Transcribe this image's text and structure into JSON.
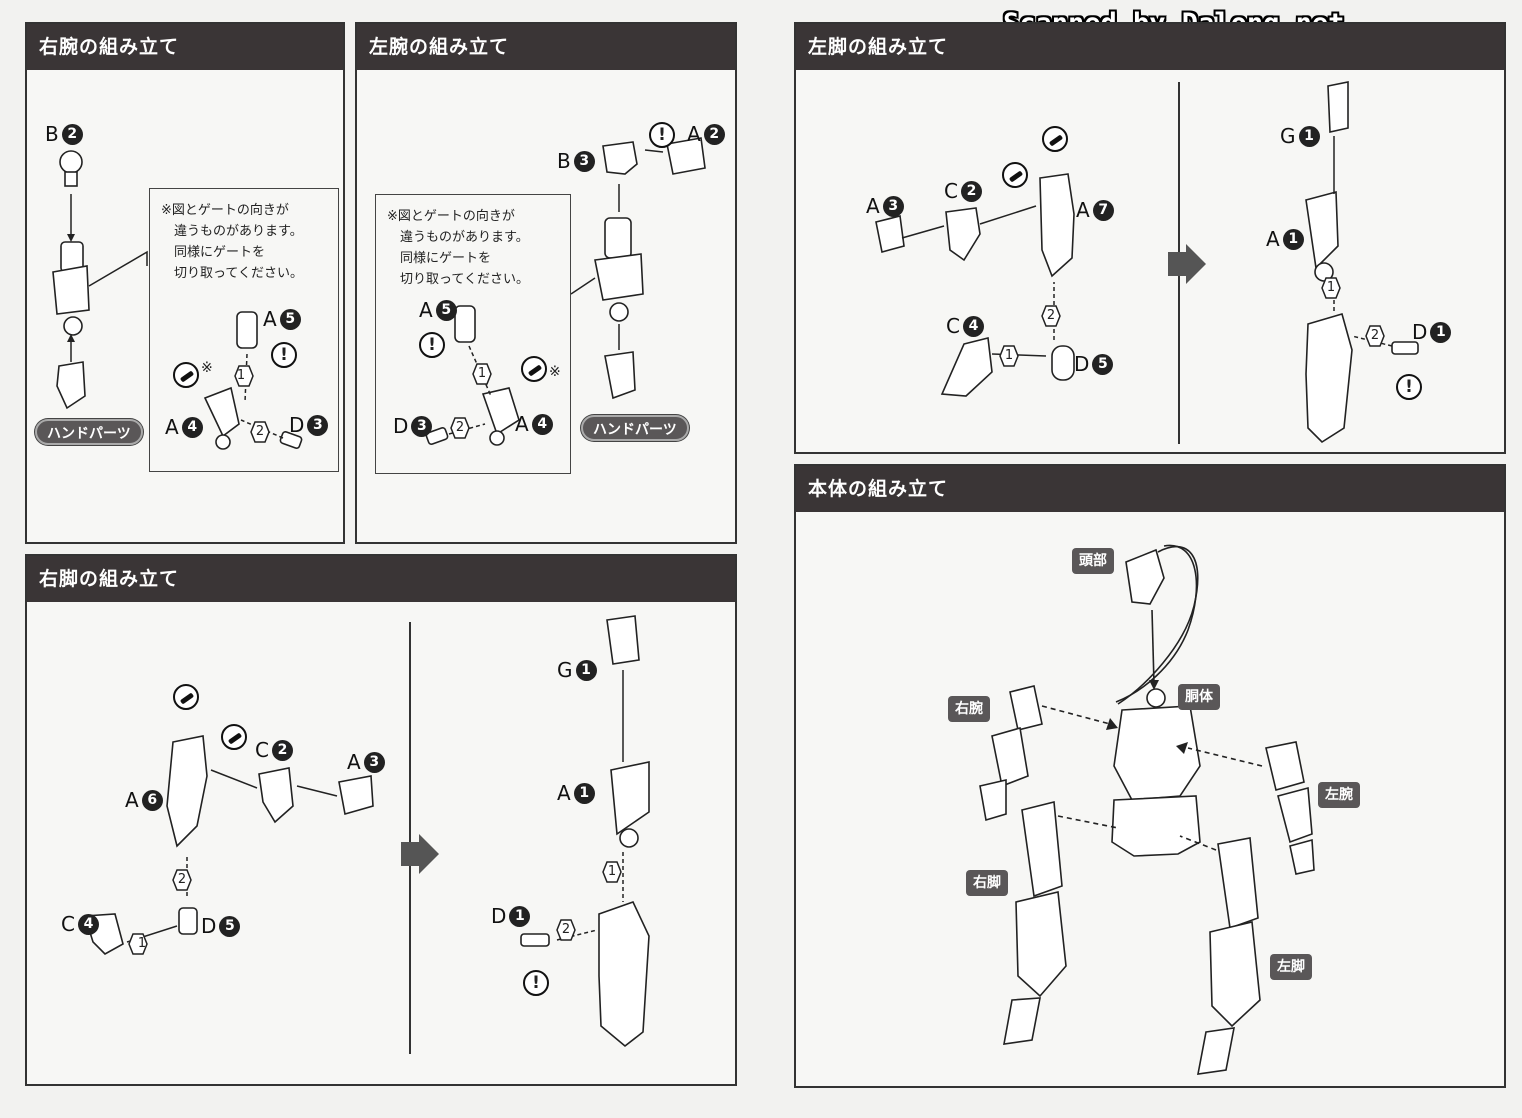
{
  "watermark": "Scanned by Dalong.net",
  "icons": {
    "warning": "!",
    "nipper": "nipper-icon",
    "star": "※"
  },
  "steps": {
    "one": "1",
    "two": "2"
  },
  "right_arm": {
    "title": "右腕の組み立て",
    "note": "※図とゲートの向きが\n　違うものがあります。\n　同様にゲートを\n　切り取ってください。",
    "hand_label": "ハンドパーツ",
    "parts": [
      {
        "letter": "B",
        "num": "2"
      },
      {
        "letter": "A",
        "num": "5"
      },
      {
        "letter": "A",
        "num": "4"
      },
      {
        "letter": "D",
        "num": "3"
      }
    ]
  },
  "left_arm": {
    "title": "左腕の組み立て",
    "note": "※図とゲートの向きが\n　違うものがあります。\n　同様にゲートを\n　切り取ってください。",
    "hand_label": "ハンドパーツ",
    "parts": [
      {
        "letter": "B",
        "num": "3"
      },
      {
        "letter": "A",
        "num": "2"
      },
      {
        "letter": "A",
        "num": "5"
      },
      {
        "letter": "D",
        "num": "3"
      },
      {
        "letter": "A",
        "num": "4"
      }
    ]
  },
  "right_leg": {
    "title": "右脚の組み立て",
    "parts": [
      {
        "letter": "C",
        "num": "2"
      },
      {
        "letter": "A",
        "num": "3"
      },
      {
        "letter": "A",
        "num": "6"
      },
      {
        "letter": "C",
        "num": "4"
      },
      {
        "letter": "D",
        "num": "5"
      },
      {
        "letter": "G",
        "num": "1"
      },
      {
        "letter": "A",
        "num": "1"
      },
      {
        "letter": "D",
        "num": "1"
      }
    ]
  },
  "left_leg": {
    "title": "左脚の組み立て",
    "parts": [
      {
        "letter": "A",
        "num": "3"
      },
      {
        "letter": "C",
        "num": "2"
      },
      {
        "letter": "A",
        "num": "7"
      },
      {
        "letter": "C",
        "num": "4"
      },
      {
        "letter": "D",
        "num": "5"
      },
      {
        "letter": "G",
        "num": "1"
      },
      {
        "letter": "A",
        "num": "1"
      },
      {
        "letter": "D",
        "num": "1"
      }
    ]
  },
  "body": {
    "title": "本体の組み立て",
    "labels": {
      "head": "頭部",
      "torso": "胴体",
      "right_arm": "右腕",
      "left_arm": "左腕",
      "right_leg": "右脚",
      "left_leg": "左脚"
    }
  }
}
